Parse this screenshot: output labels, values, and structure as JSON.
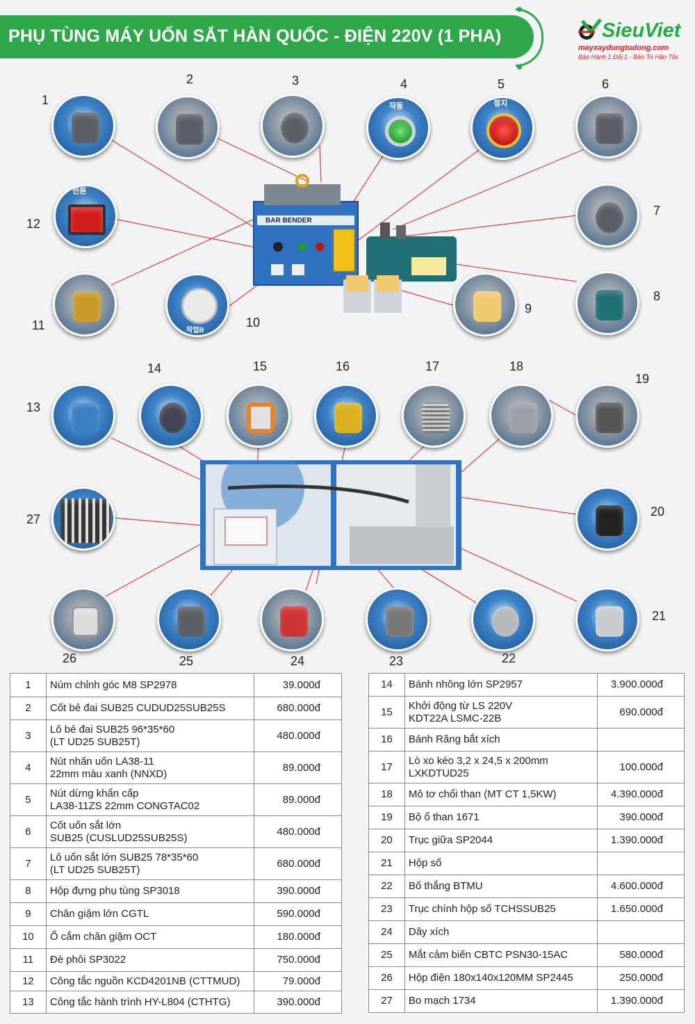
{
  "header": {
    "title": "PHỤ TÙNG MÁY UỐN SẮT HÀN QUỐC - ĐIỆN 220V (1 PHA)",
    "brand_name": "SieuViet",
    "brand_url": "mayxaydungtudong.com",
    "brand_tagline": "Bảo Hành 1 Đổi 1 - Bảo Trì Hảo Tốc",
    "accent_color": "#2fa84a"
  },
  "machine_labels": {
    "label_left": "BAR BENDER",
    "button_green": "작동",
    "button_red": "정지",
    "power_label": "전원",
    "outlet_label": "작업B"
  },
  "callouts": [
    "1",
    "2",
    "3",
    "4",
    "5",
    "6",
    "7",
    "8",
    "9",
    "10",
    "11",
    "12",
    "13",
    "14",
    "15",
    "16",
    "17",
    "18",
    "19",
    "20",
    "21",
    "22",
    "23",
    "24",
    "25",
    "26",
    "27"
  ],
  "parts_left": [
    {
      "no": "1",
      "name": "Núm chỉnh góc M8 SP2978",
      "price": "39.000đ"
    },
    {
      "no": "2",
      "name": "Cốt bẻ đai SUB25 CUDUD25SUB25S",
      "price": "680.000đ"
    },
    {
      "no": "3",
      "name": "Lô bẻ đai SUB25 96*35*60\n(LT UD25 SUB25T)",
      "price": "480.000đ"
    },
    {
      "no": "4",
      "name": "Nút nhấn uốn LA38-11\n22mm màu xanh (NNXD)",
      "price": "89.000đ"
    },
    {
      "no": "5",
      "name": "Nút dừng khẩn cấp\nLA38-11ZS 22mm CONGTAC02",
      "price": "89.000đ"
    },
    {
      "no": "6",
      "name": "Cốt uốn sắt lớn\nSUB25 (CUSLUD25SUB25S)",
      "price": "480.000đ"
    },
    {
      "no": "7",
      "name": "Lô uốn sắt lớn SUB25 78*35*60\n(LT UD25 SUB25T)",
      "price": "680.000đ"
    },
    {
      "no": "8",
      "name": "Hộp đựng phụ tùng SP3018",
      "price": "390.000đ"
    },
    {
      "no": "9",
      "name": "Chân giậm lớn CGTL",
      "price": "590.000đ"
    },
    {
      "no": "10",
      "name": "Ổ cắm chân giậm OCT",
      "price": "180.000đ"
    },
    {
      "no": "11",
      "name": "Đè phôi SP3022",
      "price": "750.000đ"
    },
    {
      "no": "12",
      "name": "Công tắc nguồn KCD4201NB (CTTMUD)",
      "price": "79.000đ"
    },
    {
      "no": "13",
      "name": "Công tắc hành trình HY-L804 (CTHTG)",
      "price": "390.000đ"
    }
  ],
  "parts_right": [
    {
      "no": "14",
      "name": "Bánh nhông lớn SP2957",
      "price": "3.900.000đ"
    },
    {
      "no": "15",
      "name": "Khởi động từ LS 220V\nKDT22A LSMC-22B",
      "price": "690.000đ"
    },
    {
      "no": "16",
      "name": "Bánh Răng bắt xích",
      "price": ""
    },
    {
      "no": "17",
      "name": "Lò xo kéo 3,2 x 24,5 x 200mm\nLXKDTUD25",
      "price": "100.000đ"
    },
    {
      "no": "18",
      "name": "Mô tơ chổi than (MT CT 1,5KW)",
      "price": "4.390.000đ"
    },
    {
      "no": "19",
      "name": "Bộ ổ than 1671",
      "price": "390.000đ"
    },
    {
      "no": "20",
      "name": "Trục giữa SP2044",
      "price": "1.390.000đ"
    },
    {
      "no": "21",
      "name": "Hộp số",
      "price": ""
    },
    {
      "no": "22",
      "name": "Bố thắng BTMU",
      "price": "4.600.000đ"
    },
    {
      "no": "23",
      "name": "Trục chính hộp số TCHSSUB25",
      "price": "1.650.000đ"
    },
    {
      "no": "24",
      "name": "Dây xích",
      "price": ""
    },
    {
      "no": "25",
      "name": "Mắt cảm biến CBTC PSN30-15AC",
      "price": "580.000đ"
    },
    {
      "no": "26",
      "name": "Hộp điện 180x140x120MM SP2445",
      "price": "250.000đ"
    },
    {
      "no": "27",
      "name": "Bo mạch 1734",
      "price": "1.390.000đ"
    }
  ]
}
